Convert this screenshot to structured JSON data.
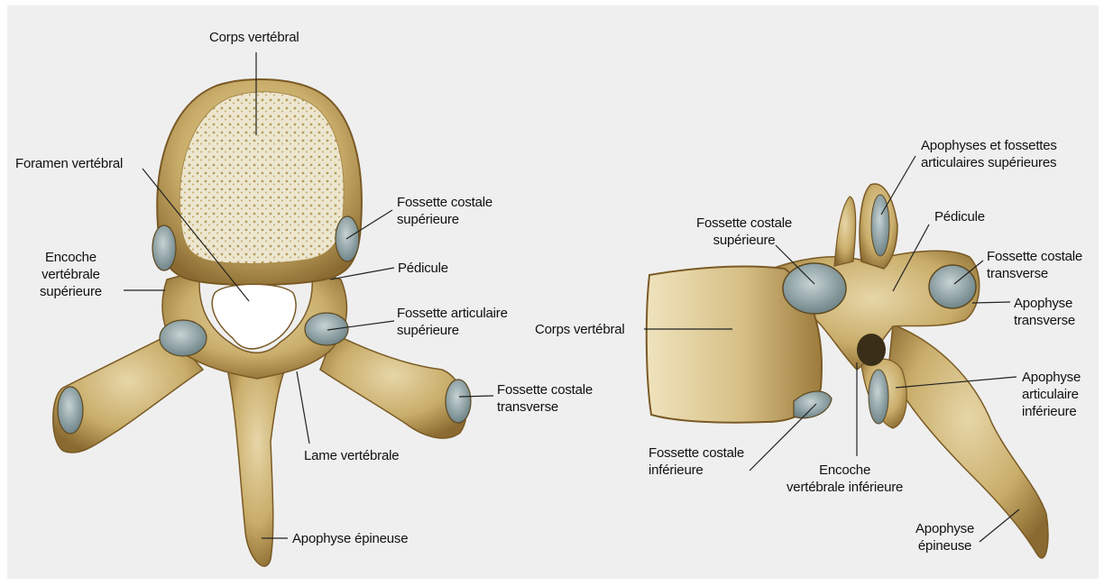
{
  "superior_view": {
    "corps_vertebral": "Corps vertébral",
    "foramen_vertebral": "Foramen vertébral",
    "fossette_costale_superieure": "Fossette costale\nsupérieure",
    "encoche_vertebrale_superieure": "Encoche\nvertébrale\nsupérieure",
    "pedicule": "Pédicule",
    "fossette_articulaire_superieure": "Fossette articulaire\nsupérieure",
    "fossette_costale_transverse": "Fossette costale\ntransverse",
    "lame_vertebrale": "Lame vertébrale",
    "apophyse_epineuse": "Apophyse épineuse"
  },
  "lateral_view": {
    "apophyses_fossettes_articulaires_superieures": "Apophyses et fossettes\narticulaires supérieures",
    "fossette_costale_superieure": "Fossette costale\nsupérieure",
    "pedicule": "Pédicule",
    "fossette_costale_transverse": "Fossette costale\ntransverse",
    "apophyse_transverse": "Apophyse\ntransverse",
    "corps_vertebral": "Corps vertébral",
    "apophyse_articulaire_inferieure": "Apophyse\narticulaire\ninférieure",
    "fossette_costale_inferieure": "Fossette costale\ninférieure",
    "encoche_vertebrale_inferieure": "Encoche\nvertébrale inférieure",
    "apophyse_epineuse": "Apophyse\népineuse"
  },
  "colors": {
    "background": "#efefef",
    "bone_light": "#e6d6a8",
    "bone_mid": "#c9ad6a",
    "bone_dark": "#8a6a30",
    "cancellous": "#ece6cf",
    "facet": "#9fb3b8",
    "leader": "#222222"
  }
}
